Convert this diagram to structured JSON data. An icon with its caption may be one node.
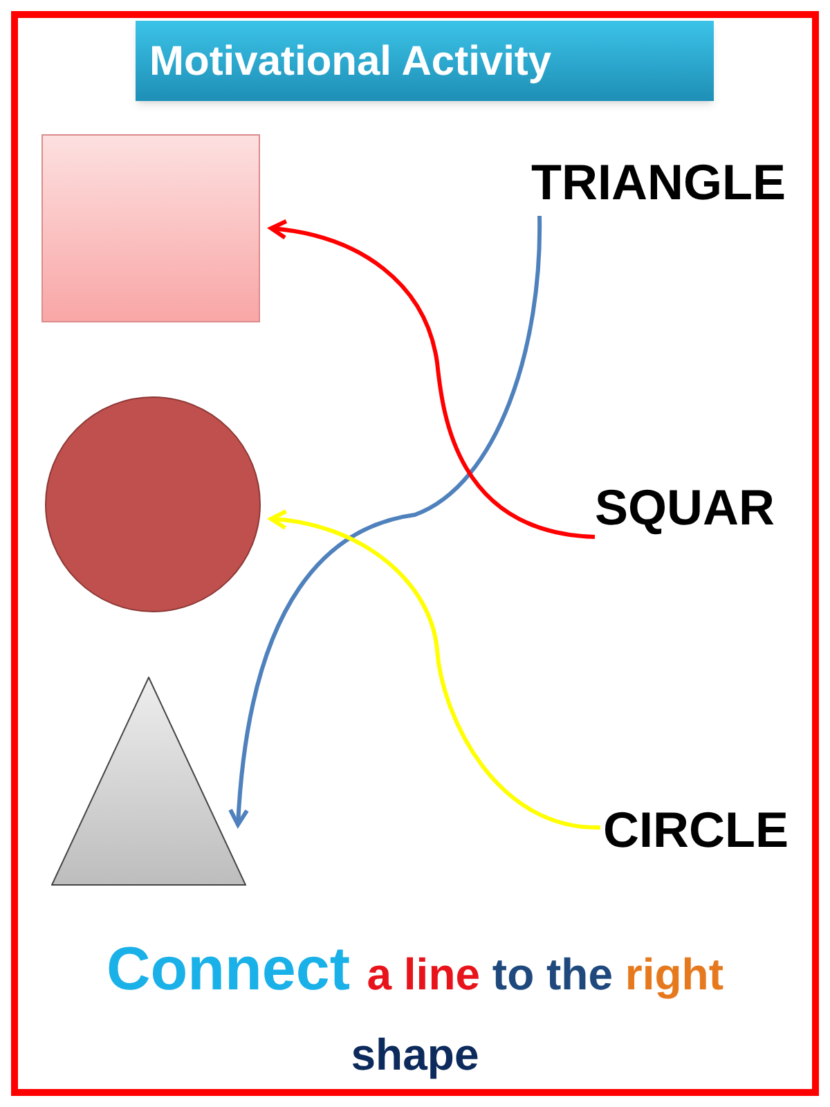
{
  "diagram": {
    "title": "Motivational Activity",
    "caption": "Connect a line to the right shape",
    "nodes": [
      {
        "text": [],
        "shape": "box"
      },
      {
        "text": [],
        "shape": "circle"
      },
      {
        "text": [],
        "shape": "triangle"
      },
      {
        "text": [
          "TRIANGLE"
        ]
      },
      {
        "text": [
          "SQUAR"
        ]
      },
      {
        "text": [
          "CIRCLE"
        ]
      }
    ],
    "edges": [
      {
        "from": 3,
        "to": 2,
        "arrow": "to",
        "color": "#4f81bd"
      },
      {
        "from": 4,
        "to": 0,
        "arrow": "to",
        "color": "#ff0000"
      },
      {
        "from": 5,
        "to": 1,
        "arrow": "to",
        "color": "#ffff00"
      }
    ]
  }
}
